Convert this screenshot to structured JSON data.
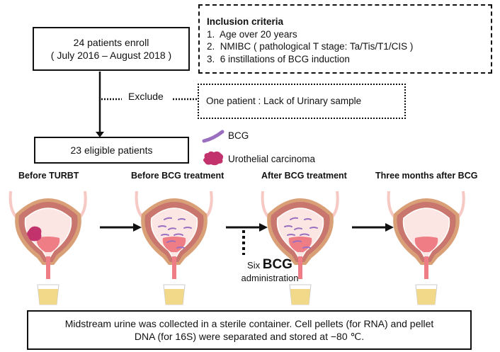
{
  "enroll": {
    "line1": "24 patients enroll",
    "line2": "( July 2016 – August 2018 )"
  },
  "inclusion": {
    "title": "Inclusion criteria",
    "items": [
      "1.  Age over 20 years",
      "2.  NMIBC ( pathological T stage: Ta/Tis/T1/CIS )",
      "3.  6 instillations of BCG induction"
    ]
  },
  "exclusion": {
    "label": "Exclude",
    "reason": "One patient : Lack of Urinary sample"
  },
  "eligible": {
    "label": "23 eligible patients"
  },
  "legend": {
    "bcg": "BCG",
    "carcinoma": "Urothelial carcinoma",
    "bcg_color": "#9b6fc0",
    "carcinoma_color": "#c2336e"
  },
  "stages": [
    "Before TURBT",
    "Before BCG treatment",
    "After BCG treatment",
    "Three months after BCG"
  ],
  "administration": {
    "prefix": "Six",
    "drug": "BCG",
    "suffix": "administration"
  },
  "note": {
    "line1": "Midstream urine was collected in a sterile container. Cell pellets (for RNA) and pellet",
    "line2": "DNA (for 16S) were separated and stored at −80 ℃."
  },
  "colors": {
    "wall": "#c9766f",
    "outer": "#d9a077",
    "lumen": "#fbe6e4",
    "urine": "#f2d98a",
    "fluid": "#ef7d85"
  }
}
